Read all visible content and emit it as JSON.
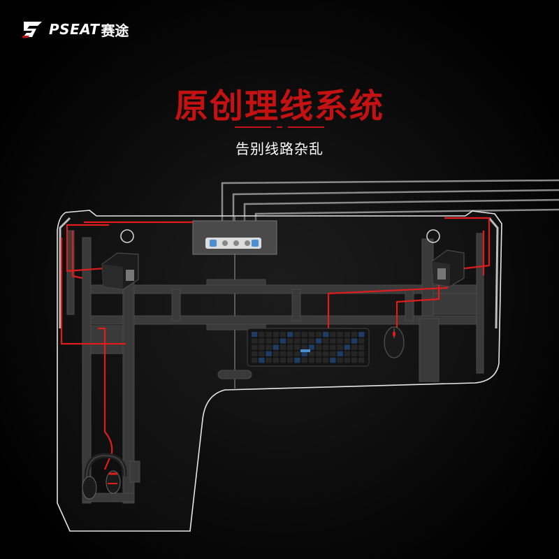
{
  "brand": {
    "name": "PSEAT",
    "name_cn": "赛途"
  },
  "headline": {
    "title": "原创理线系统",
    "subtitle": "告别线路杂乱"
  },
  "colors": {
    "accent": "#c41212",
    "cable": "#e01c1c",
    "frame": "#3a3a3a",
    "outline": "#e6e6e6"
  },
  "icons": [
    "brand-logo-icon",
    "speaker-icon",
    "keyboard-icon",
    "mouse-icon",
    "headphones-icon",
    "power-strip-icon"
  ]
}
